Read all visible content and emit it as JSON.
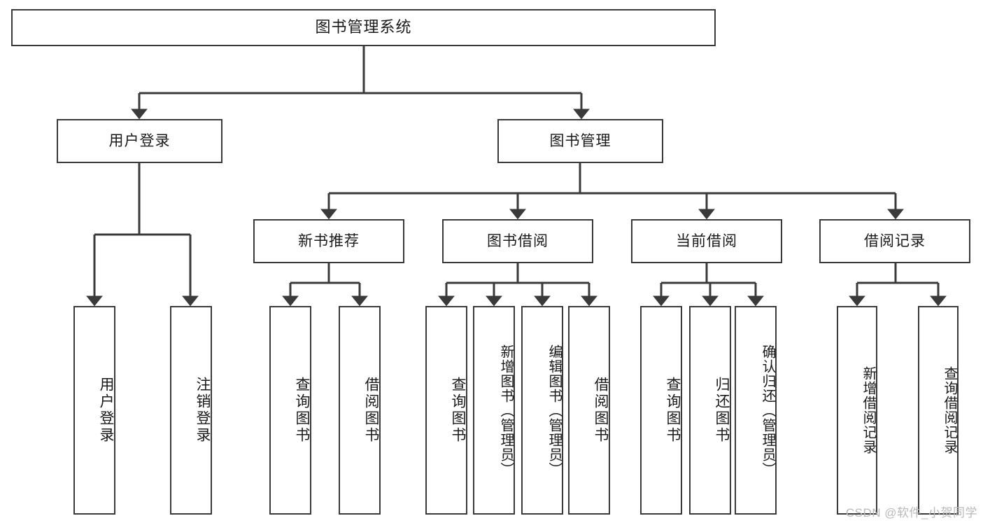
{
  "diagram": {
    "title": "图书管理系统",
    "type": "tree",
    "watermark": "CSDN @软件_小贺同学",
    "colors": {
      "box_border": "#3a3a3a",
      "box_fill": "#ffffff",
      "edge": "#3a3a3a",
      "text": "#1a1a1a",
      "watermark": "#b9b9b9",
      "background": "#ffffff"
    },
    "root": {
      "label": "图书管理系统"
    },
    "level2": [
      {
        "id": "login",
        "label": "用户登录"
      },
      {
        "id": "bookmgmt",
        "label": "图书管理"
      }
    ],
    "level3": [
      {
        "id": "newbook",
        "label": "新书推荐",
        "parent": "bookmgmt"
      },
      {
        "id": "borrow",
        "label": "图书借阅",
        "parent": "bookmgmt"
      },
      {
        "id": "current",
        "label": "当前借阅",
        "parent": "bookmgmt"
      },
      {
        "id": "records",
        "label": "借阅记录",
        "parent": "bookmgmt"
      }
    ],
    "leaves": [
      {
        "id": "leaf-1",
        "label": "用户登录",
        "parent": "login"
      },
      {
        "id": "leaf-2",
        "label": "注销登录",
        "parent": "login"
      },
      {
        "id": "leaf-3",
        "label": "查询图书",
        "parent": "newbook"
      },
      {
        "id": "leaf-4",
        "label": "借阅图书",
        "parent": "newbook"
      },
      {
        "id": "leaf-5",
        "label": "查询图书",
        "parent": "borrow"
      },
      {
        "id": "leaf-6",
        "label": "新增图书（管理员）",
        "parent": "borrow"
      },
      {
        "id": "leaf-7",
        "label": "编辑图书（管理员）",
        "parent": "borrow"
      },
      {
        "id": "leaf-8",
        "label": "借阅图书",
        "parent": "borrow"
      },
      {
        "id": "leaf-9",
        "label": "查询图书",
        "parent": "current"
      },
      {
        "id": "leaf-10",
        "label": "归还图书",
        "parent": "current"
      },
      {
        "id": "leaf-11",
        "label": "确认归还（管理员）",
        "parent": "current"
      },
      {
        "id": "leaf-12",
        "label": "新增借阅记录",
        "parent": "records"
      },
      {
        "id": "leaf-13",
        "label": "查询借阅记录",
        "parent": "records"
      }
    ]
  }
}
